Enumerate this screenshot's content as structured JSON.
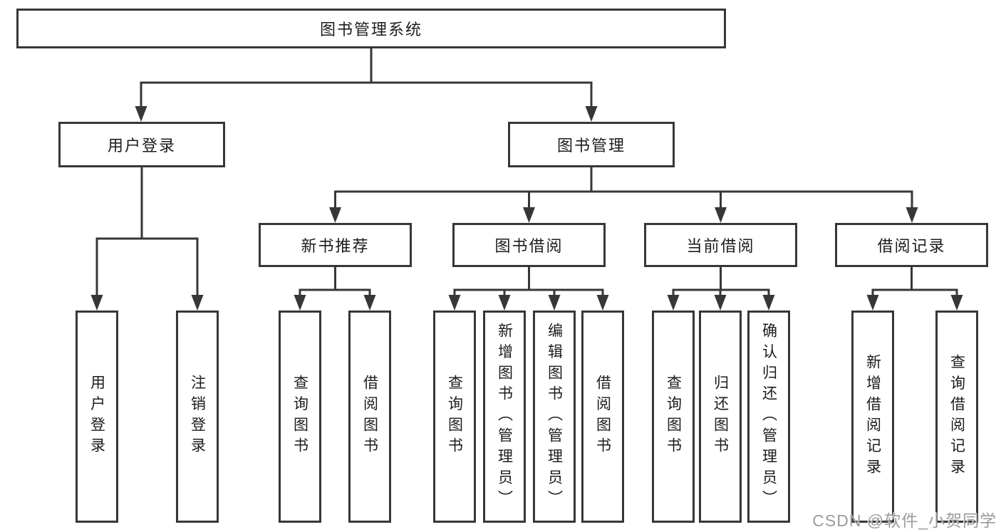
{
  "diagram": {
    "root": {
      "label": "图书管理系统"
    },
    "branches": [
      {
        "label": "用户登录",
        "children": [
          {
            "label": "用户登录"
          },
          {
            "label": "注销登录"
          }
        ]
      },
      {
        "label": "图书管理",
        "children": [
          {
            "label": "新书推荐",
            "children": [
              {
                "label": "查询图书"
              },
              {
                "label": "借阅图书"
              }
            ]
          },
          {
            "label": "图书借阅",
            "children": [
              {
                "label": "查询图书"
              },
              {
                "label": "新增图书（管理员）"
              },
              {
                "label": "编辑图书（管理员）"
              },
              {
                "label": "借阅图书"
              }
            ]
          },
          {
            "label": "当前借阅",
            "children": [
              {
                "label": "查询图书"
              },
              {
                "label": "归还图书"
              },
              {
                "label": "确认归还（管理员）"
              }
            ]
          },
          {
            "label": "借阅记录",
            "children": [
              {
                "label": "新增借阅记录"
              },
              {
                "label": "查询借阅记录"
              }
            ]
          }
        ]
      }
    ]
  },
  "watermark": {
    "text": "CSDN @软件_小贺同学"
  },
  "colors": {
    "line": "#373737",
    "box_border": "#373737",
    "box_fill": "#ffffff",
    "text": "#1c1c1c",
    "watermark": "#9b9b9b",
    "background": "#ffffff"
  }
}
